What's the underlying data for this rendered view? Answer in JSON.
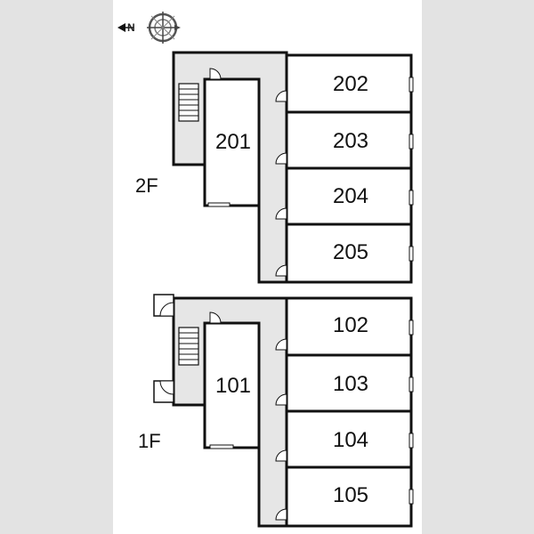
{
  "compass": {
    "north_label": "N",
    "icon": "compass-rose-icon"
  },
  "floors": [
    {
      "label": "2F",
      "rooms": [
        "201",
        "202",
        "203",
        "204",
        "205"
      ]
    },
    {
      "label": "1F",
      "rooms": [
        "101",
        "102",
        "103",
        "104",
        "105"
      ]
    }
  ],
  "colors": {
    "corridor": "#e6e6e6",
    "wall": "#111111",
    "background_side": "#e3e3e3"
  }
}
